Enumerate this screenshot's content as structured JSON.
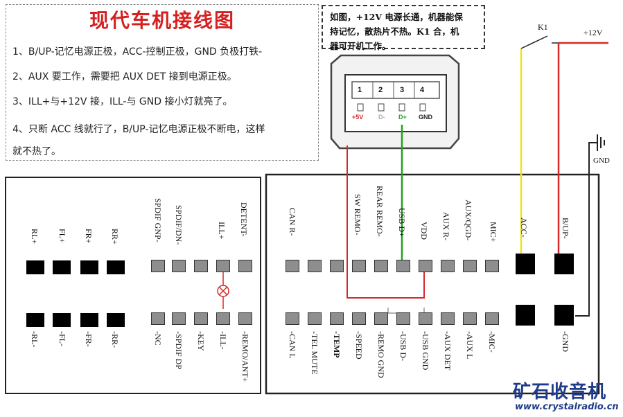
{
  "notes": {
    "title": "现代车机接线图",
    "lines": [
      "1、B/UP-记忆电源正极，ACC-控制正极，GND 负极打铁-",
      "2、AUX 要工作，需要把 AUX DET 接到电源正极。",
      "3、ILL+与+12V 接，ILL-与 GND 接小灯就亮了。",
      "4、只断 ACC 线就行了，B/UP-记忆电源正极不断电，这样",
      "就不热了。"
    ]
  },
  "usb_note": {
    "lines": [
      "如图，+12V 电源长通，机器能保",
      "持记忆，散热片不热。K1 合，机",
      "器可开机工作。"
    ]
  },
  "usb_connector": {
    "pins": [
      "1",
      "2",
      "3",
      "4"
    ],
    "signals": [
      "+5V",
      "D-",
      "D+",
      "GND"
    ]
  },
  "power": {
    "switch_label": "K1",
    "supply_label": "+12V",
    "ground_label": "GND"
  },
  "left_panel": {
    "top_labels": [
      "RL+",
      "FL+",
      "FR+",
      "RR+",
      "SPDIF GNP-",
      "SPDIF/DN-",
      "ILL+",
      "DETENT-"
    ],
    "bottom_labels": [
      "-RL-",
      "-FL-",
      "-FR-",
      "-RR-",
      "-NC",
      "-SPDIF DP",
      "-KEY",
      "-ILL-",
      "-REMO/ANT+"
    ]
  },
  "right_panel": {
    "top_labels": [
      "CAN R-",
      "SW REMO-",
      "REAR REMO-",
      "USB D+",
      "VDD",
      "AUX R-",
      "AUX/QGD-",
      "MIC+",
      "ACC-",
      "B/UP-"
    ],
    "bottom_labels": [
      "-CAN L",
      "-TEL MUTE",
      "-TEMP",
      "-SPEED",
      "-REMO GND",
      "-USB D-",
      "-USB GND",
      "-AUX DET",
      "-AUX L",
      "-MIC-",
      "-GND"
    ]
  },
  "colors": {
    "title_red": "#d62020",
    "wire_red": "#d42a2a",
    "wire_green": "#1ea31e",
    "wire_yellow": "#f2e21c",
    "brand_blue": "#1f3c8a"
  },
  "watermark": {
    "brand": "矿石收音机",
    "url": "www.crystalradio.cn"
  }
}
